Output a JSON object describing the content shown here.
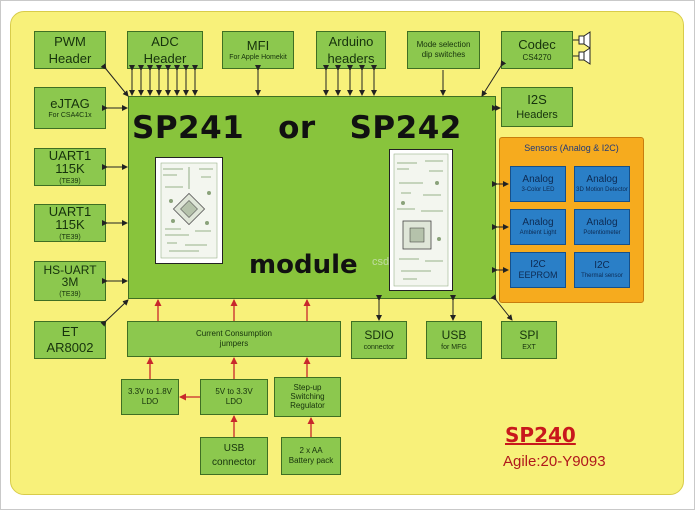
{
  "peripherals": {
    "pwm": {
      "title": "PWM",
      "sub": "Header"
    },
    "adc": {
      "title": "ADC",
      "sub": "Header"
    },
    "mfi": {
      "title": "MFI",
      "sub": "For Apple Homekit"
    },
    "arduino": {
      "title": "Arduino",
      "sub": "headers"
    },
    "dip": {
      "title": "Mode selection",
      "sub": "dip switches"
    },
    "codec": {
      "title": "Codec",
      "sub": "CS4270"
    },
    "ejtag": {
      "title": "eJTAG",
      "sub": "For CSA4C1x"
    },
    "i2s": {
      "title": "I2S",
      "sub": "Headers"
    },
    "uart1": {
      "title": "UART1 115K",
      "sub": "(TE39)"
    },
    "uart2": {
      "title": "UART1 115K",
      "sub": "(TE39)"
    },
    "hsuart": {
      "title": "HS-UART 3M",
      "sub": "(TE39)"
    },
    "et": {
      "title": "ET",
      "sub": "AR8002"
    },
    "current": {
      "title": "Current Consumption",
      "sub": "jumpers"
    },
    "sdio": {
      "title": "SDIO",
      "sub": "connector"
    },
    "usb_mfg": {
      "title": "USB",
      "sub": "for MFG"
    },
    "spi": {
      "title": "SPI",
      "sub": "EXT"
    }
  },
  "module": {
    "title": "SP241   or   SP242",
    "label": "module",
    "watermark": "csdn.net/"
  },
  "sensors": {
    "title": "Sensors (Analog & I2C)",
    "items": [
      {
        "title": "Analog",
        "sub": "3-Color LED"
      },
      {
        "title": "Analog",
        "sub": "3D Motion Detector"
      },
      {
        "title": "Analog",
        "sub": "Ambient Light"
      },
      {
        "title": "Analog",
        "sub": "Potentiometer"
      },
      {
        "title": "I2C",
        "sub": "EEPROM"
      },
      {
        "title": "I2C",
        "sub": "Thermal sensor"
      }
    ]
  },
  "power": {
    "ldo1": {
      "title": "3.3V to 1.8V",
      "sub": "LDO"
    },
    "ldo2": {
      "title": "5V to 3.3V",
      "sub": "LDO"
    },
    "stepup": {
      "title": "Step-up",
      "sub": "Switching Regulator"
    },
    "usb_conn": {
      "title": "USB",
      "sub": "connector"
    },
    "battery": {
      "title": "2 x AA",
      "sub": "Battery pack"
    }
  },
  "footer": {
    "board": "SP240",
    "agile": "Agile:20-Y9093"
  },
  "colors": {
    "background": "#f8f17a",
    "box_green": "#8cc84e",
    "sensor_orange": "#f6ab1e",
    "sensor_blue": "#2a7fc7",
    "power_arrow_red": "#c8282c",
    "title_red": "#c8181c"
  }
}
